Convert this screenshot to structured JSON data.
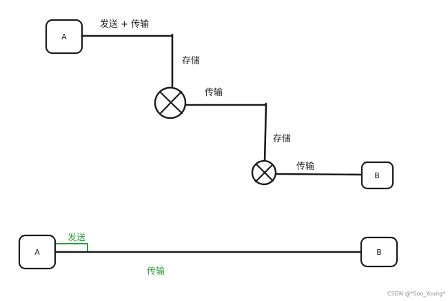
{
  "colors": {
    "ink": "#1a1a1a",
    "green": "#2e9e3e",
    "watermark": "#8a8a8a",
    "background": "#ffffff"
  },
  "top": {
    "node_a": "A",
    "node_b": "B",
    "label_send_transmit": "发送 + 传输",
    "label_store_1": "存储",
    "label_transmit_1": "传输",
    "label_store_2": "存储",
    "label_transmit_2": "传输"
  },
  "bottom": {
    "node_a": "A",
    "node_b": "B",
    "label_send": "发送",
    "label_transmit": "传输"
  },
  "watermark": "CSDN @*Soo_Young*"
}
